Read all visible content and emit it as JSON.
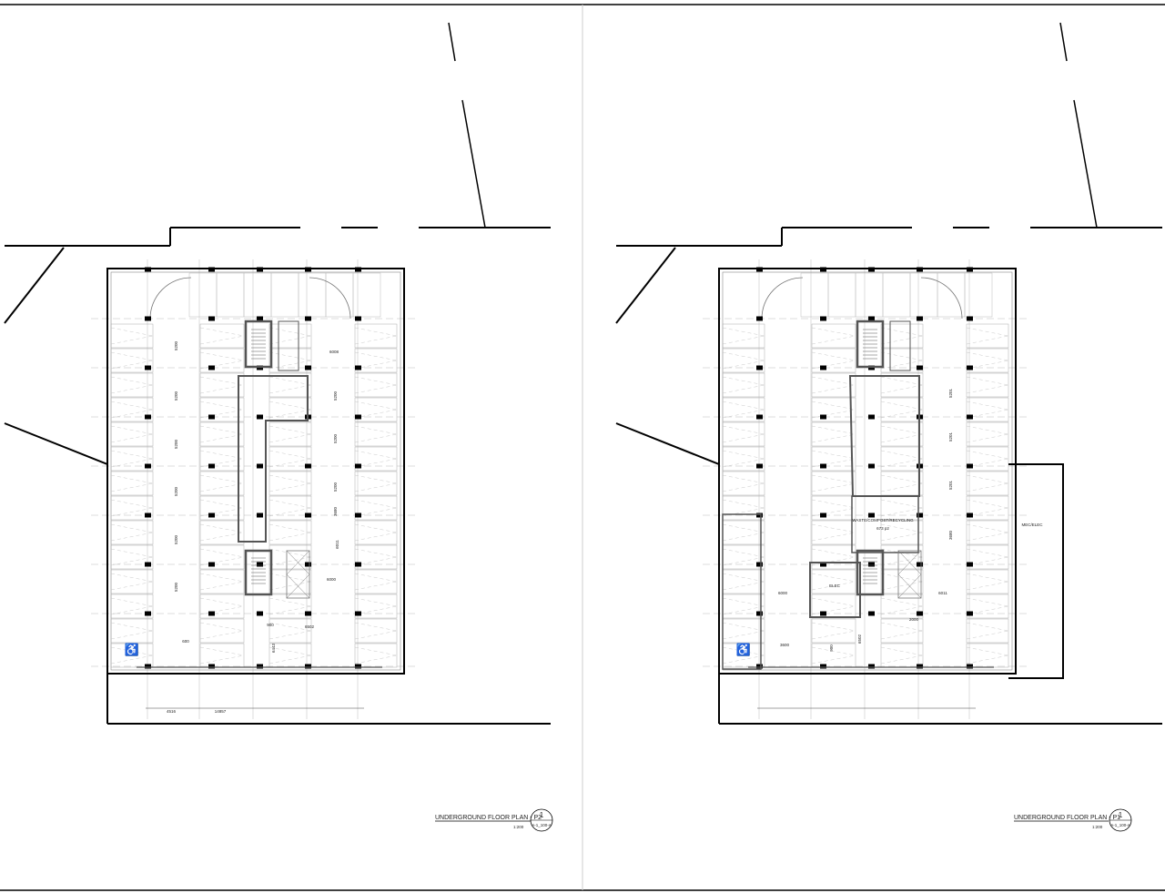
{
  "sheets": [
    {
      "title": "UNDERGROUND FLOOR PLAN - P2",
      "scale": "1:200",
      "detail_number": "1",
      "sheet_ref": "A-1_100-A",
      "dimensions": [
        "6008",
        "5200",
        "5200",
        "5200",
        "5200",
        "5200",
        "5200",
        "5200",
        "5200",
        "5200",
        "3680",
        "6011",
        "6000",
        "600",
        "900",
        "6502",
        "6443",
        "4516",
        "14857"
      ],
      "room_labels": []
    },
    {
      "title": "UNDERGROUND FLOOR PLAN - P1",
      "scale": "1:200",
      "detail_number": "1",
      "sheet_ref": "A-1_100-A",
      "dimensions": [
        "5201",
        "5201",
        "5201",
        "3680",
        "6011",
        "6000",
        "2000",
        "6502",
        "3600",
        "900"
      ],
      "room_labels": [
        "WASTE/COMPOST/RECYCLING",
        "673 p2",
        "ELEC",
        "MEC/ELEC"
      ]
    }
  ],
  "icons": [
    "accessible-parking-icon"
  ],
  "colors": {
    "line": "#000000",
    "grid": "#bbbbbb",
    "wall": "#555555"
  }
}
